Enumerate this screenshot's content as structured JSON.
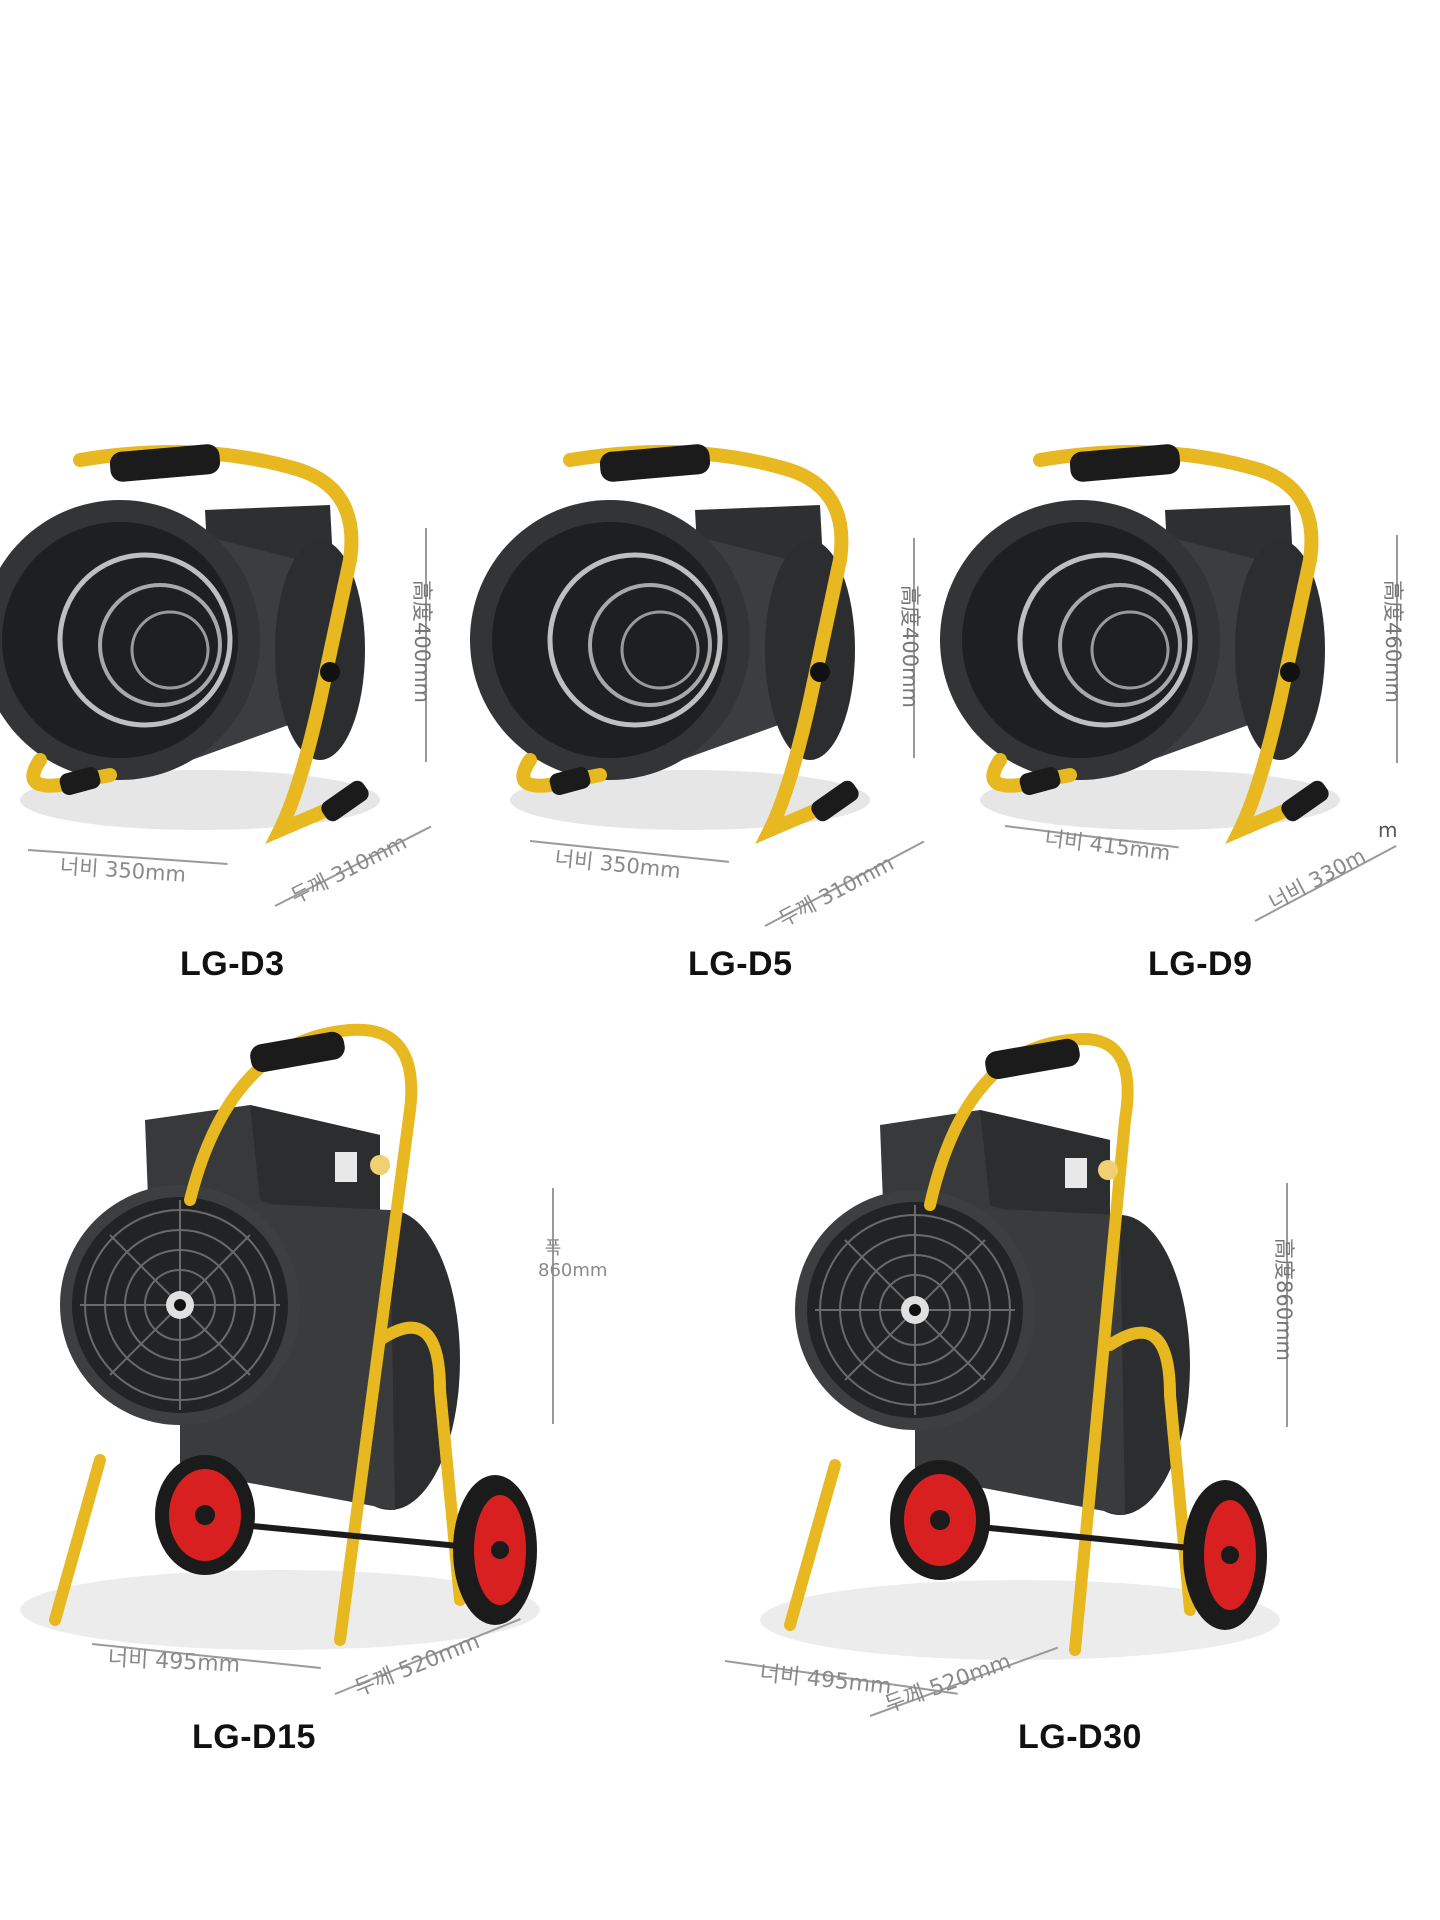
{
  "colors": {
    "frame_yellow": "#e8b820",
    "body_dark": "#3a3b3d",
    "grille": "#2a2b2d",
    "wheel_red": "#d82020",
    "label": "#111111",
    "dimension": "#8a8a8a"
  },
  "products": [
    {
      "model": "LG-D3",
      "width_label": "너비 350mm",
      "depth_label": "두께 310mm",
      "height_label": "高度400mm"
    },
    {
      "model": "LG-D5",
      "width_label": "너비 350mm",
      "depth_label": "두께 310mm",
      "height_label": "高度400mm"
    },
    {
      "model": "LG-D9",
      "width_label": "너비 415mm",
      "depth_label": "너비 330m",
      "depth_suffix": "m",
      "height_label": "高度460mm"
    },
    {
      "model": "LG-D15",
      "width_label": "너비 495mm",
      "depth_label": "두께 520mm",
      "height_label": "폭 860mm"
    },
    {
      "model": "LG-D30",
      "width_label": "너비 495mm",
      "depth_label": "두께 520mm",
      "height_label": "高度860mm"
    }
  ]
}
